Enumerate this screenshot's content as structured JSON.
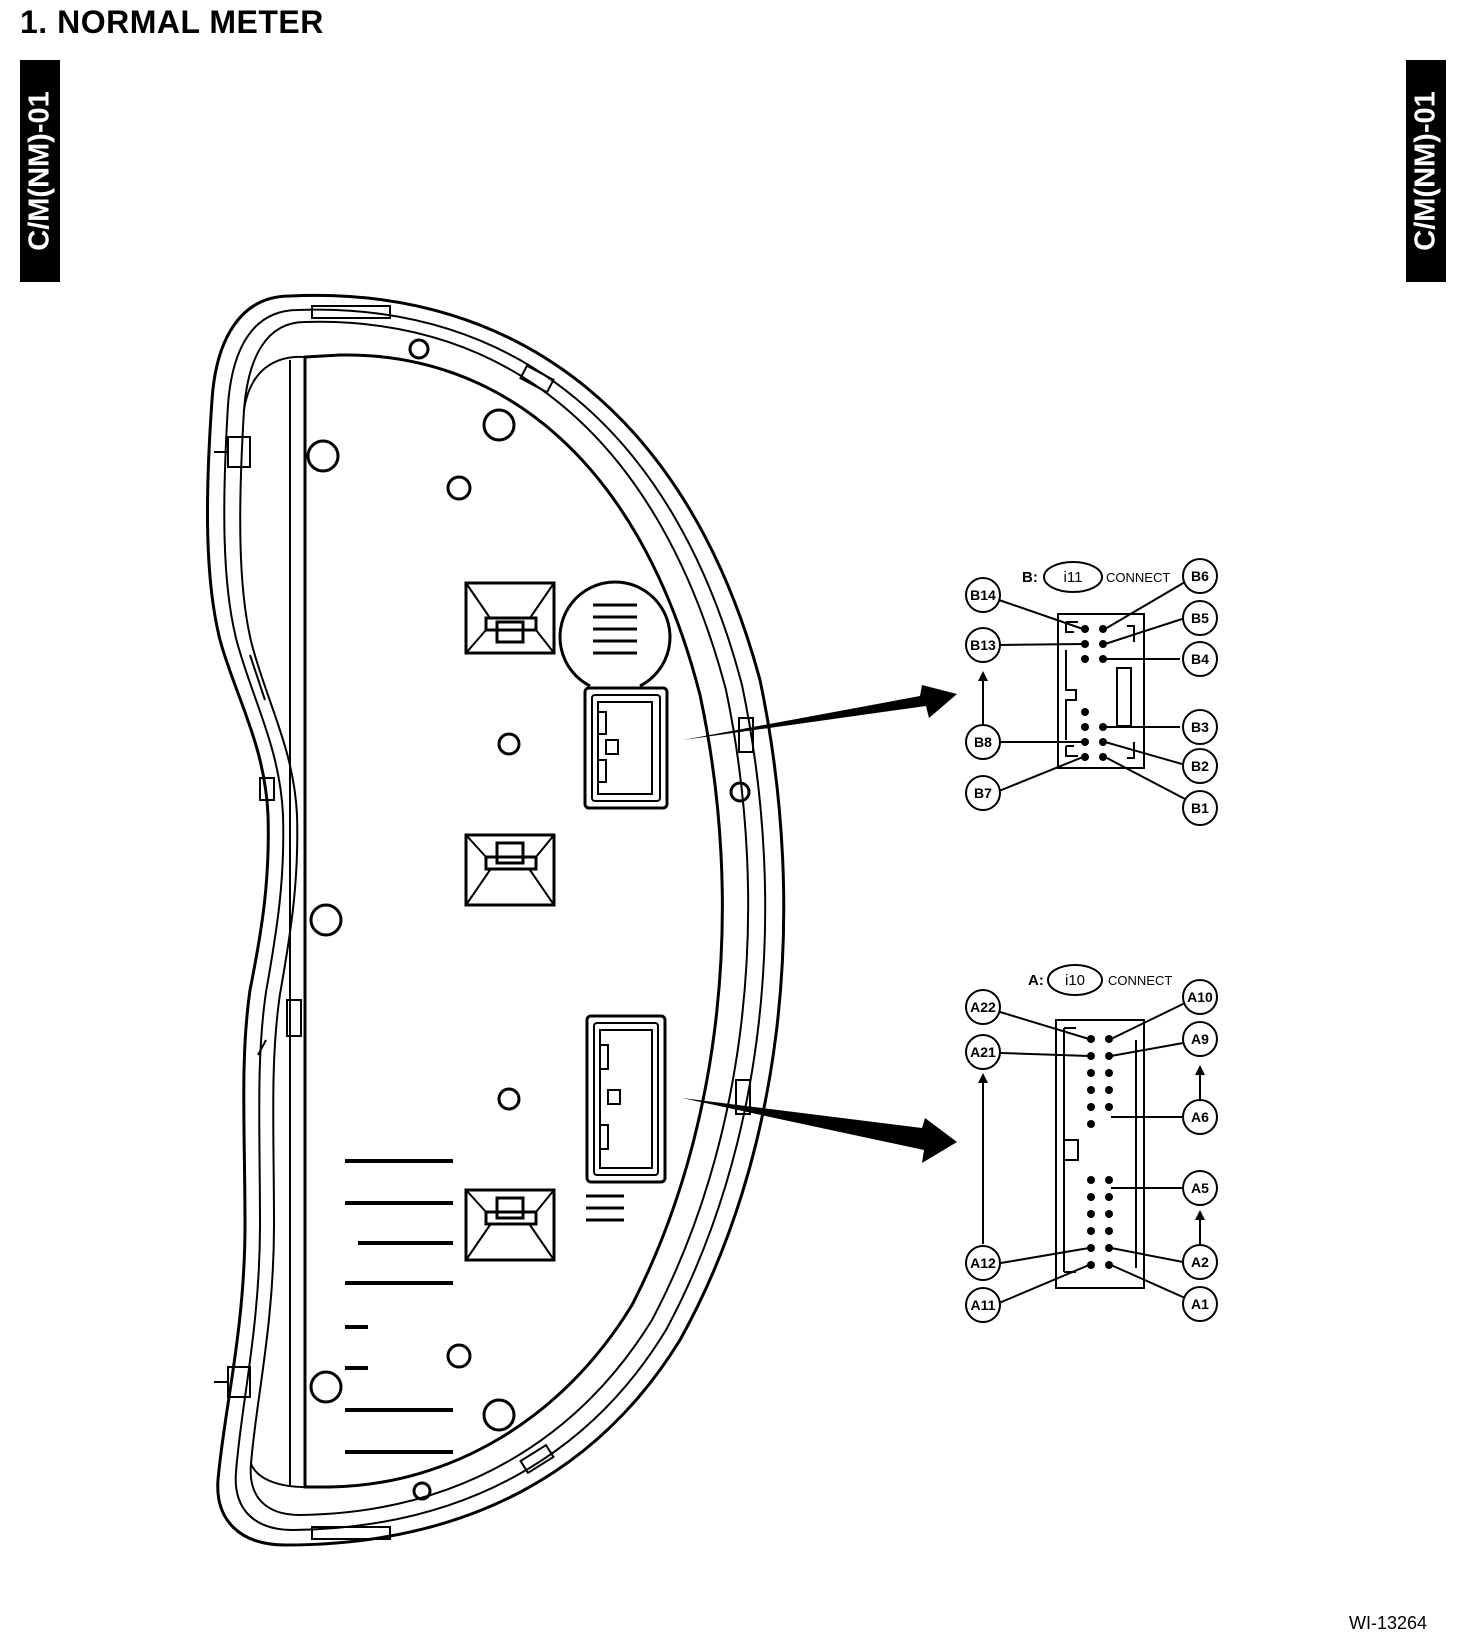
{
  "page": {
    "title": "1.  NORMAL METER",
    "side_tab": "C/M(NM)-01",
    "figure_id": "WI-13264"
  },
  "connector_b": {
    "prefix": "B:",
    "id": "i11",
    "connect_label": "CONNECT",
    "pins": {
      "b14": "B14",
      "b13": "B13",
      "b8": "B8",
      "b7": "B7",
      "b6": "B6",
      "b5": "B5",
      "b4": "B4",
      "b3": "B3",
      "b2": "B2",
      "b1": "B1"
    }
  },
  "connector_a": {
    "prefix": "A:",
    "id": "i10",
    "connect_label": "CONNECT",
    "pins": {
      "a22": "A22",
      "a21": "A21",
      "a12": "A12",
      "a11": "A11",
      "a10": "A10",
      "a9": "A9",
      "a6": "A6",
      "a5": "A5",
      "a2": "A2",
      "a1": "A1"
    }
  }
}
